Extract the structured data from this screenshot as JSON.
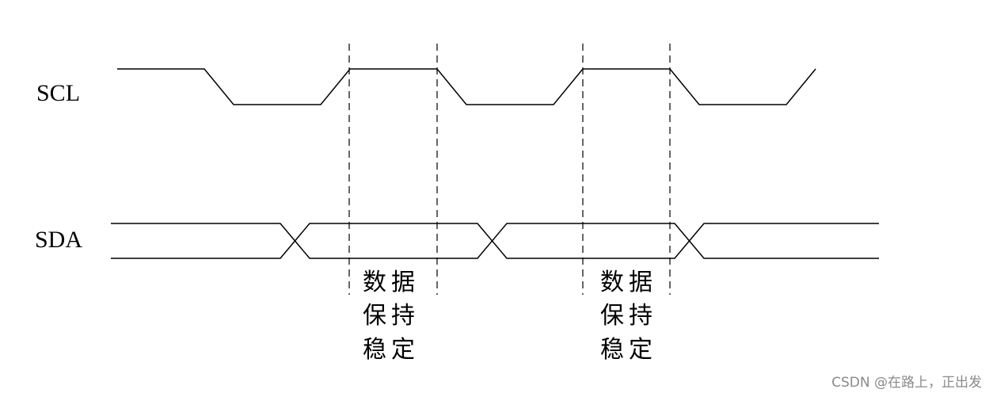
{
  "signals": {
    "scl_label": "SCL",
    "sda_label": "SDA"
  },
  "annotations": [
    {
      "lines": [
        "数据",
        "保持",
        "稳定"
      ]
    },
    {
      "lines": [
        "数据",
        "保持",
        "稳定"
      ]
    }
  ],
  "watermark": "CSDN @在路上，正出发"
}
